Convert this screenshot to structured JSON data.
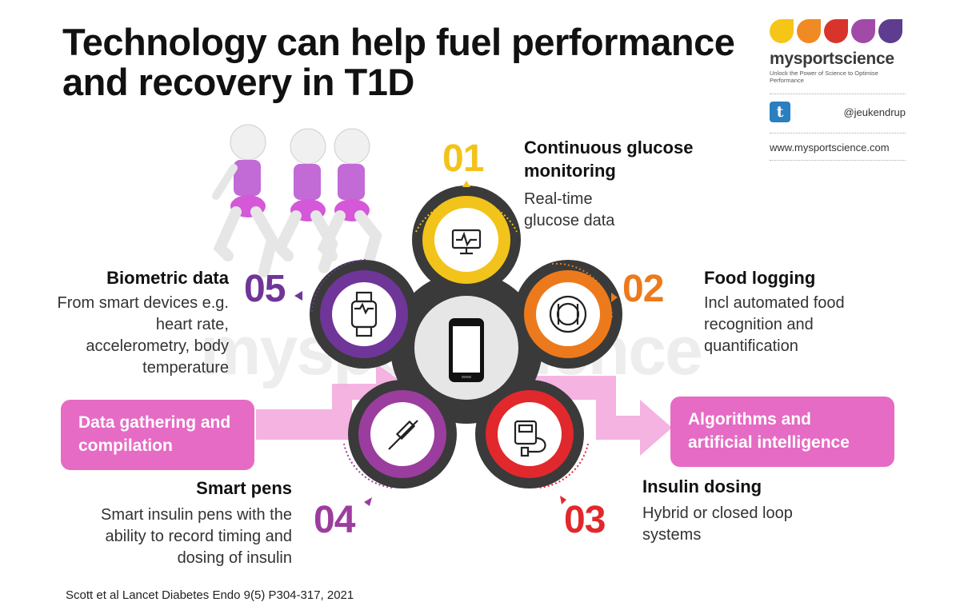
{
  "title": "Technology can help fuel performance and recovery in T1D",
  "brand": {
    "name": "mysportscience",
    "tagline": "Unlock the Power of Science to Optimise Performance",
    "twitter": "@jeukendrup",
    "url": "www.mysportscience.com",
    "drop_colors": [
      "#f5c518",
      "#f08a24",
      "#d9342b",
      "#a24aa8",
      "#5e3c8f"
    ]
  },
  "watermark": "mysportscience",
  "items": [
    {
      "number": "01",
      "heading": "Continuous glucose monitoring",
      "text": "Real-time glucose data",
      "color": "#f2c31a",
      "icon": "monitor-icon"
    },
    {
      "number": "02",
      "heading": "Food logging",
      "text": "Incl automated food recognition and quantification",
      "color": "#ec7a1c",
      "icon": "plate-icon"
    },
    {
      "number": "03",
      "heading": "Insulin dosing",
      "text": "Hybrid or closed loop systems",
      "color": "#e1282c",
      "icon": "insulin-pump-icon"
    },
    {
      "number": "04",
      "heading": "Smart pens",
      "text": "Smart insulin pens with the ability to record timing and dosing of insulin",
      "color": "#9b3d9e",
      "icon": "pen-icon"
    },
    {
      "number": "05",
      "heading": "Biometric data",
      "text": "From smart devices e.g. heart rate, accelerometry, body temperature",
      "color": "#6f3598",
      "icon": "smartwatch-icon"
    }
  ],
  "center_icon": "smartphone-icon",
  "left_box": "Data gathering and compilation",
  "right_box": "Algorithms and artificial intelligence",
  "citation": "Scott et al Lancet Diabetes Endo 9(5) P304-317, 2021"
}
